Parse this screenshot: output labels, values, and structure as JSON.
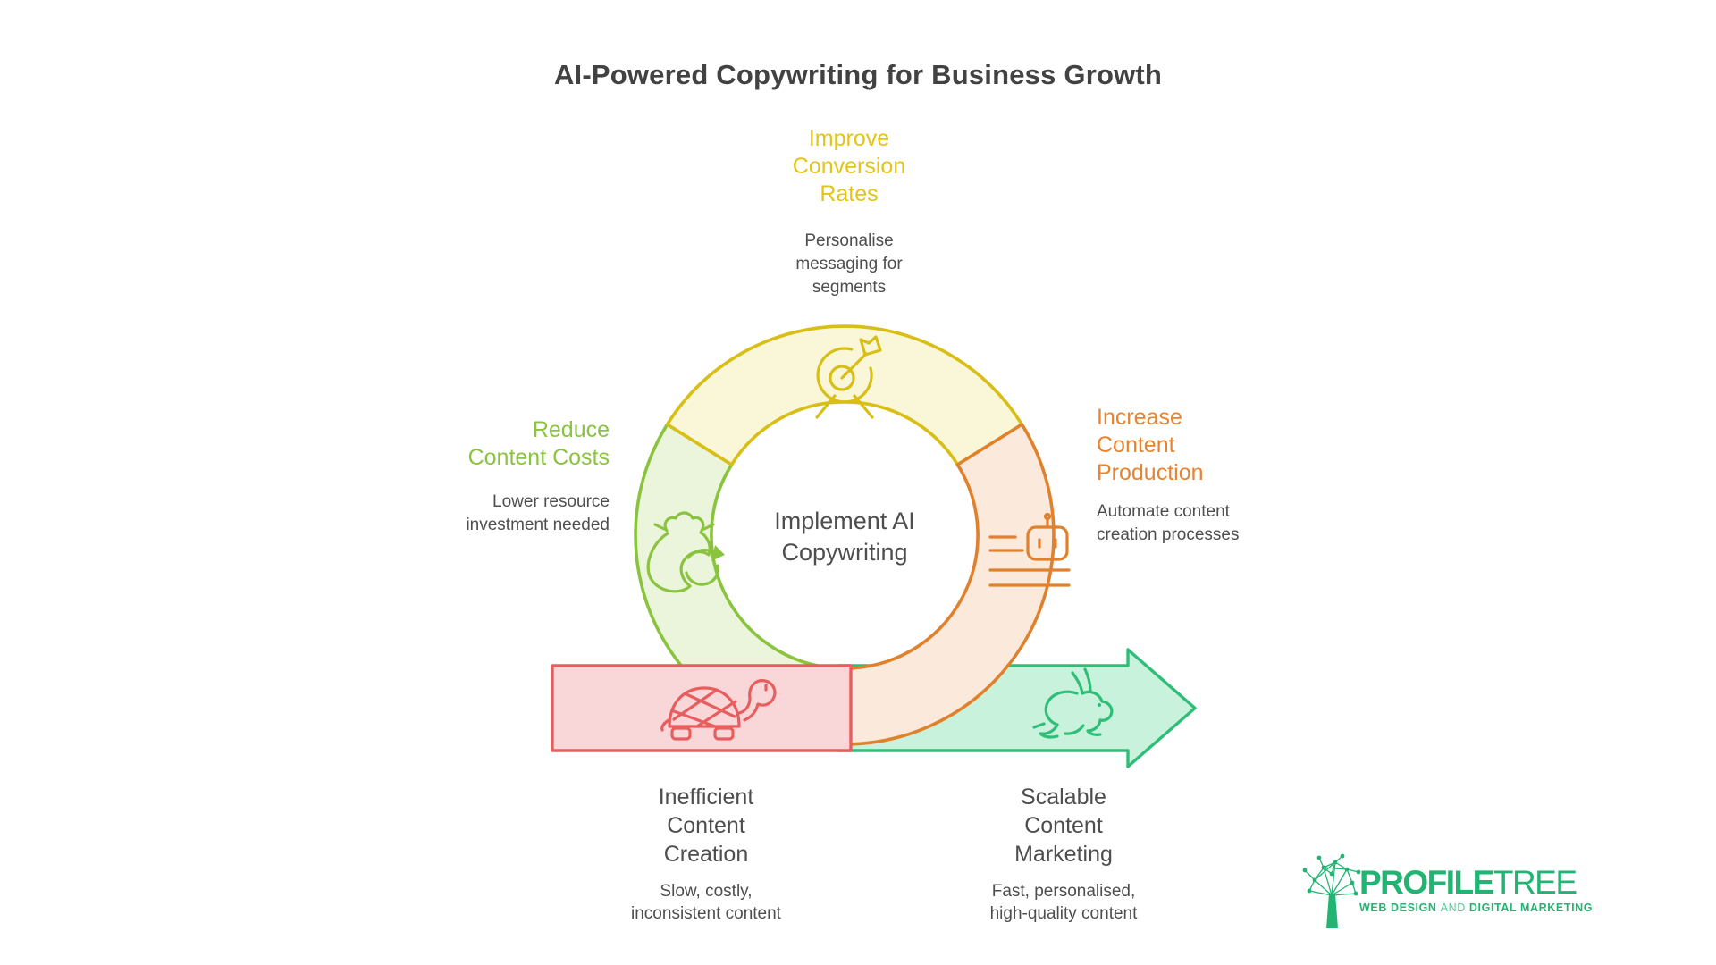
{
  "title": "AI-Powered Copywriting for Business Growth",
  "ring": {
    "center_label": "Implement AI\nCopywriting",
    "top": {
      "title": "Improve\nConversion\nRates",
      "subtitle": "Personalise\nmessaging for\nsegments",
      "icon": "target-icon"
    },
    "left": {
      "title": "Reduce\nContent Costs",
      "subtitle": "Lower resource\ninvestment needed",
      "icon": "money-bag-icon"
    },
    "right": {
      "title": "Increase\nContent\nProduction",
      "subtitle": "Automate content\ncreation processes",
      "icon": "robot-icon"
    }
  },
  "flow": {
    "before": {
      "title": "Inefficient\nContent\nCreation",
      "subtitle": "Slow, costly,\ninconsistent content",
      "icon": "turtle-icon"
    },
    "after": {
      "title": "Scalable\nContent\nMarketing",
      "subtitle": "Fast, personalised,\nhigh-quality content",
      "icon": "rabbit-icon"
    }
  },
  "logo": {
    "brand_bold": "PROFILE",
    "brand_light": "TREE",
    "tagline_lead": "WEB DESIGN",
    "tagline_mid": "AND",
    "tagline_tail": "DIGITAL MARKETING",
    "icon": "profiletree-tree-icon"
  },
  "colors": {
    "c-yellow": "#D9BE15",
    "c-yellow-fill": "#FAF6D8",
    "c-yellow-text": "#E2C516",
    "c-green": "#8AC43F",
    "c-green-fill": "#EAF5DB",
    "c-orange": "#E0812E",
    "c-orange-fill": "#FBEADB",
    "c-orange-text": "#E8842F",
    "c-red": "#E85D5E",
    "c-red-fill": "#F9D7D9",
    "c-mint": "#2FBE78",
    "c-mint-fill": "#C9F2DC",
    "c-logo": "#21B573",
    "c-text": "#4E4E4E",
    "c-title": "#424242"
  }
}
